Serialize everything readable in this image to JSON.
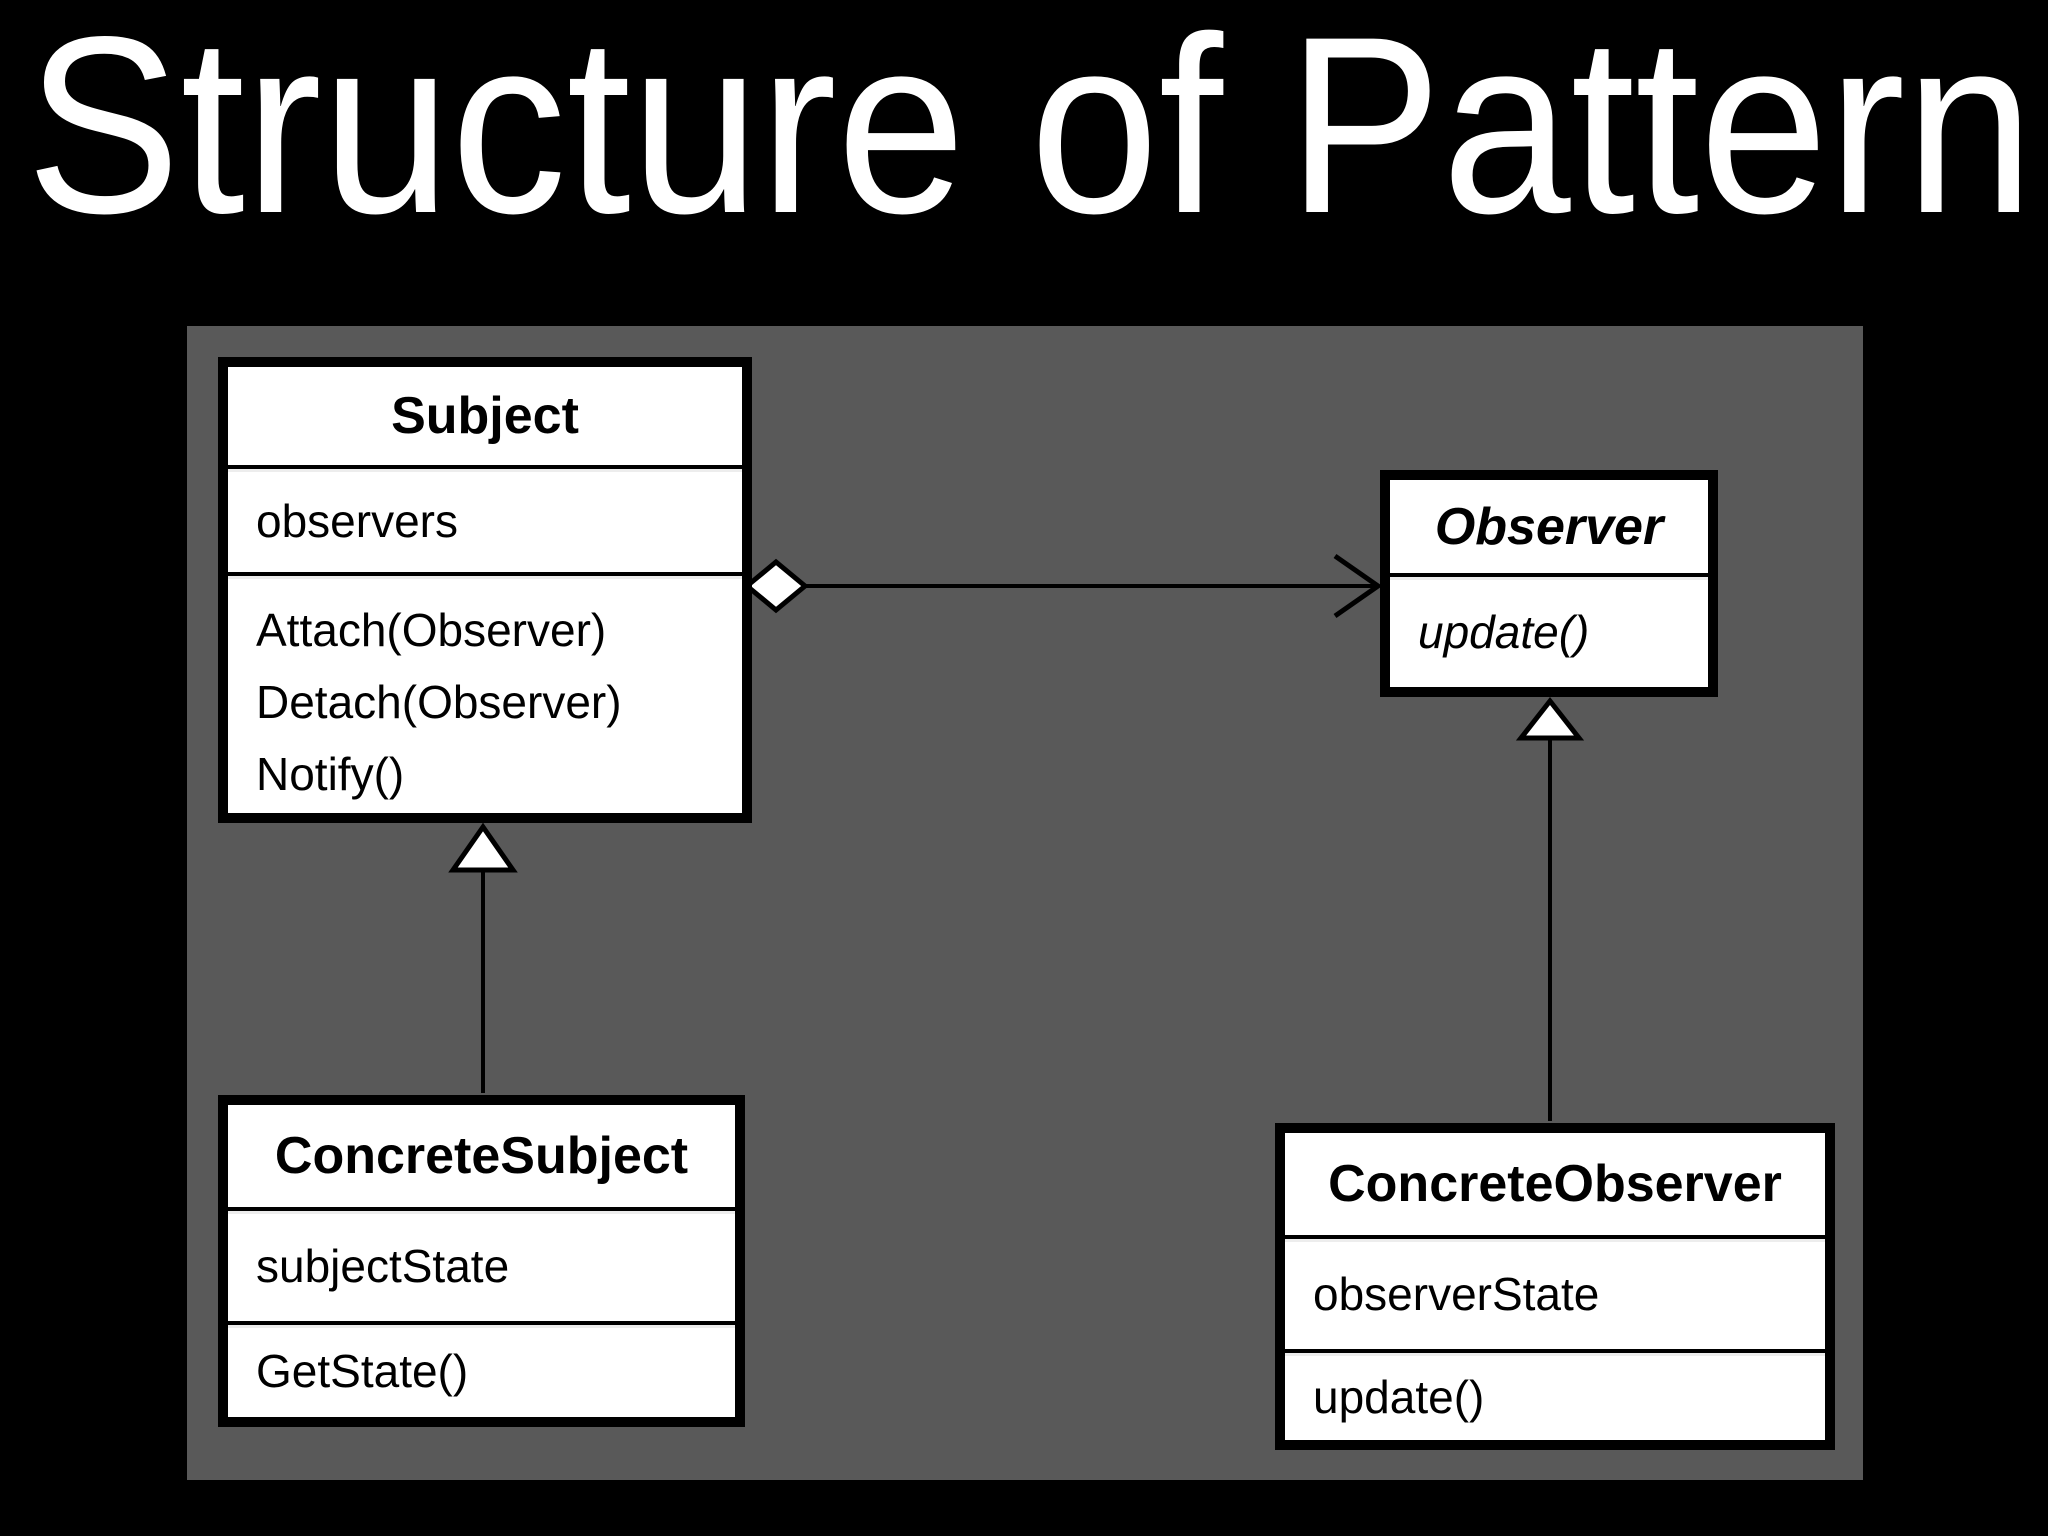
{
  "slide": {
    "title": "Structure of Pattern"
  },
  "colors": {
    "background": "#000000",
    "panel": "#595959",
    "box_fill": "#ffffff",
    "box_border": "#000000",
    "text": "#000000",
    "title_text": "#ffffff"
  },
  "diagram": {
    "classes": [
      {
        "id": "subject",
        "name": "Subject",
        "abstract": false,
        "attributes": [
          "observers"
        ],
        "methods": [
          "Attach(Observer)",
          "Detach(Observer)",
          "Notify()"
        ]
      },
      {
        "id": "observer",
        "name": "Observer",
        "abstract": true,
        "attributes": [],
        "methods": [
          "update()"
        ]
      },
      {
        "id": "concrete-subject",
        "name": "ConcreteSubject",
        "abstract": false,
        "attributes": [
          "subjectState"
        ],
        "methods": [
          "GetState()"
        ]
      },
      {
        "id": "concrete-observer",
        "name": "ConcreteObserver",
        "abstract": false,
        "attributes": [
          "observerState"
        ],
        "methods": [
          "update()"
        ]
      }
    ],
    "relationships": [
      {
        "type": "aggregation-association",
        "from": "Subject",
        "to": "Observer",
        "marker_from": "hollow-diamond",
        "marker_to": "open-arrowhead"
      },
      {
        "type": "inheritance",
        "from": "ConcreteSubject",
        "to": "Subject",
        "marker_to": "hollow-triangle"
      },
      {
        "type": "inheritance",
        "from": "ConcreteObserver",
        "to": "Observer",
        "marker_to": "hollow-triangle"
      }
    ]
  }
}
